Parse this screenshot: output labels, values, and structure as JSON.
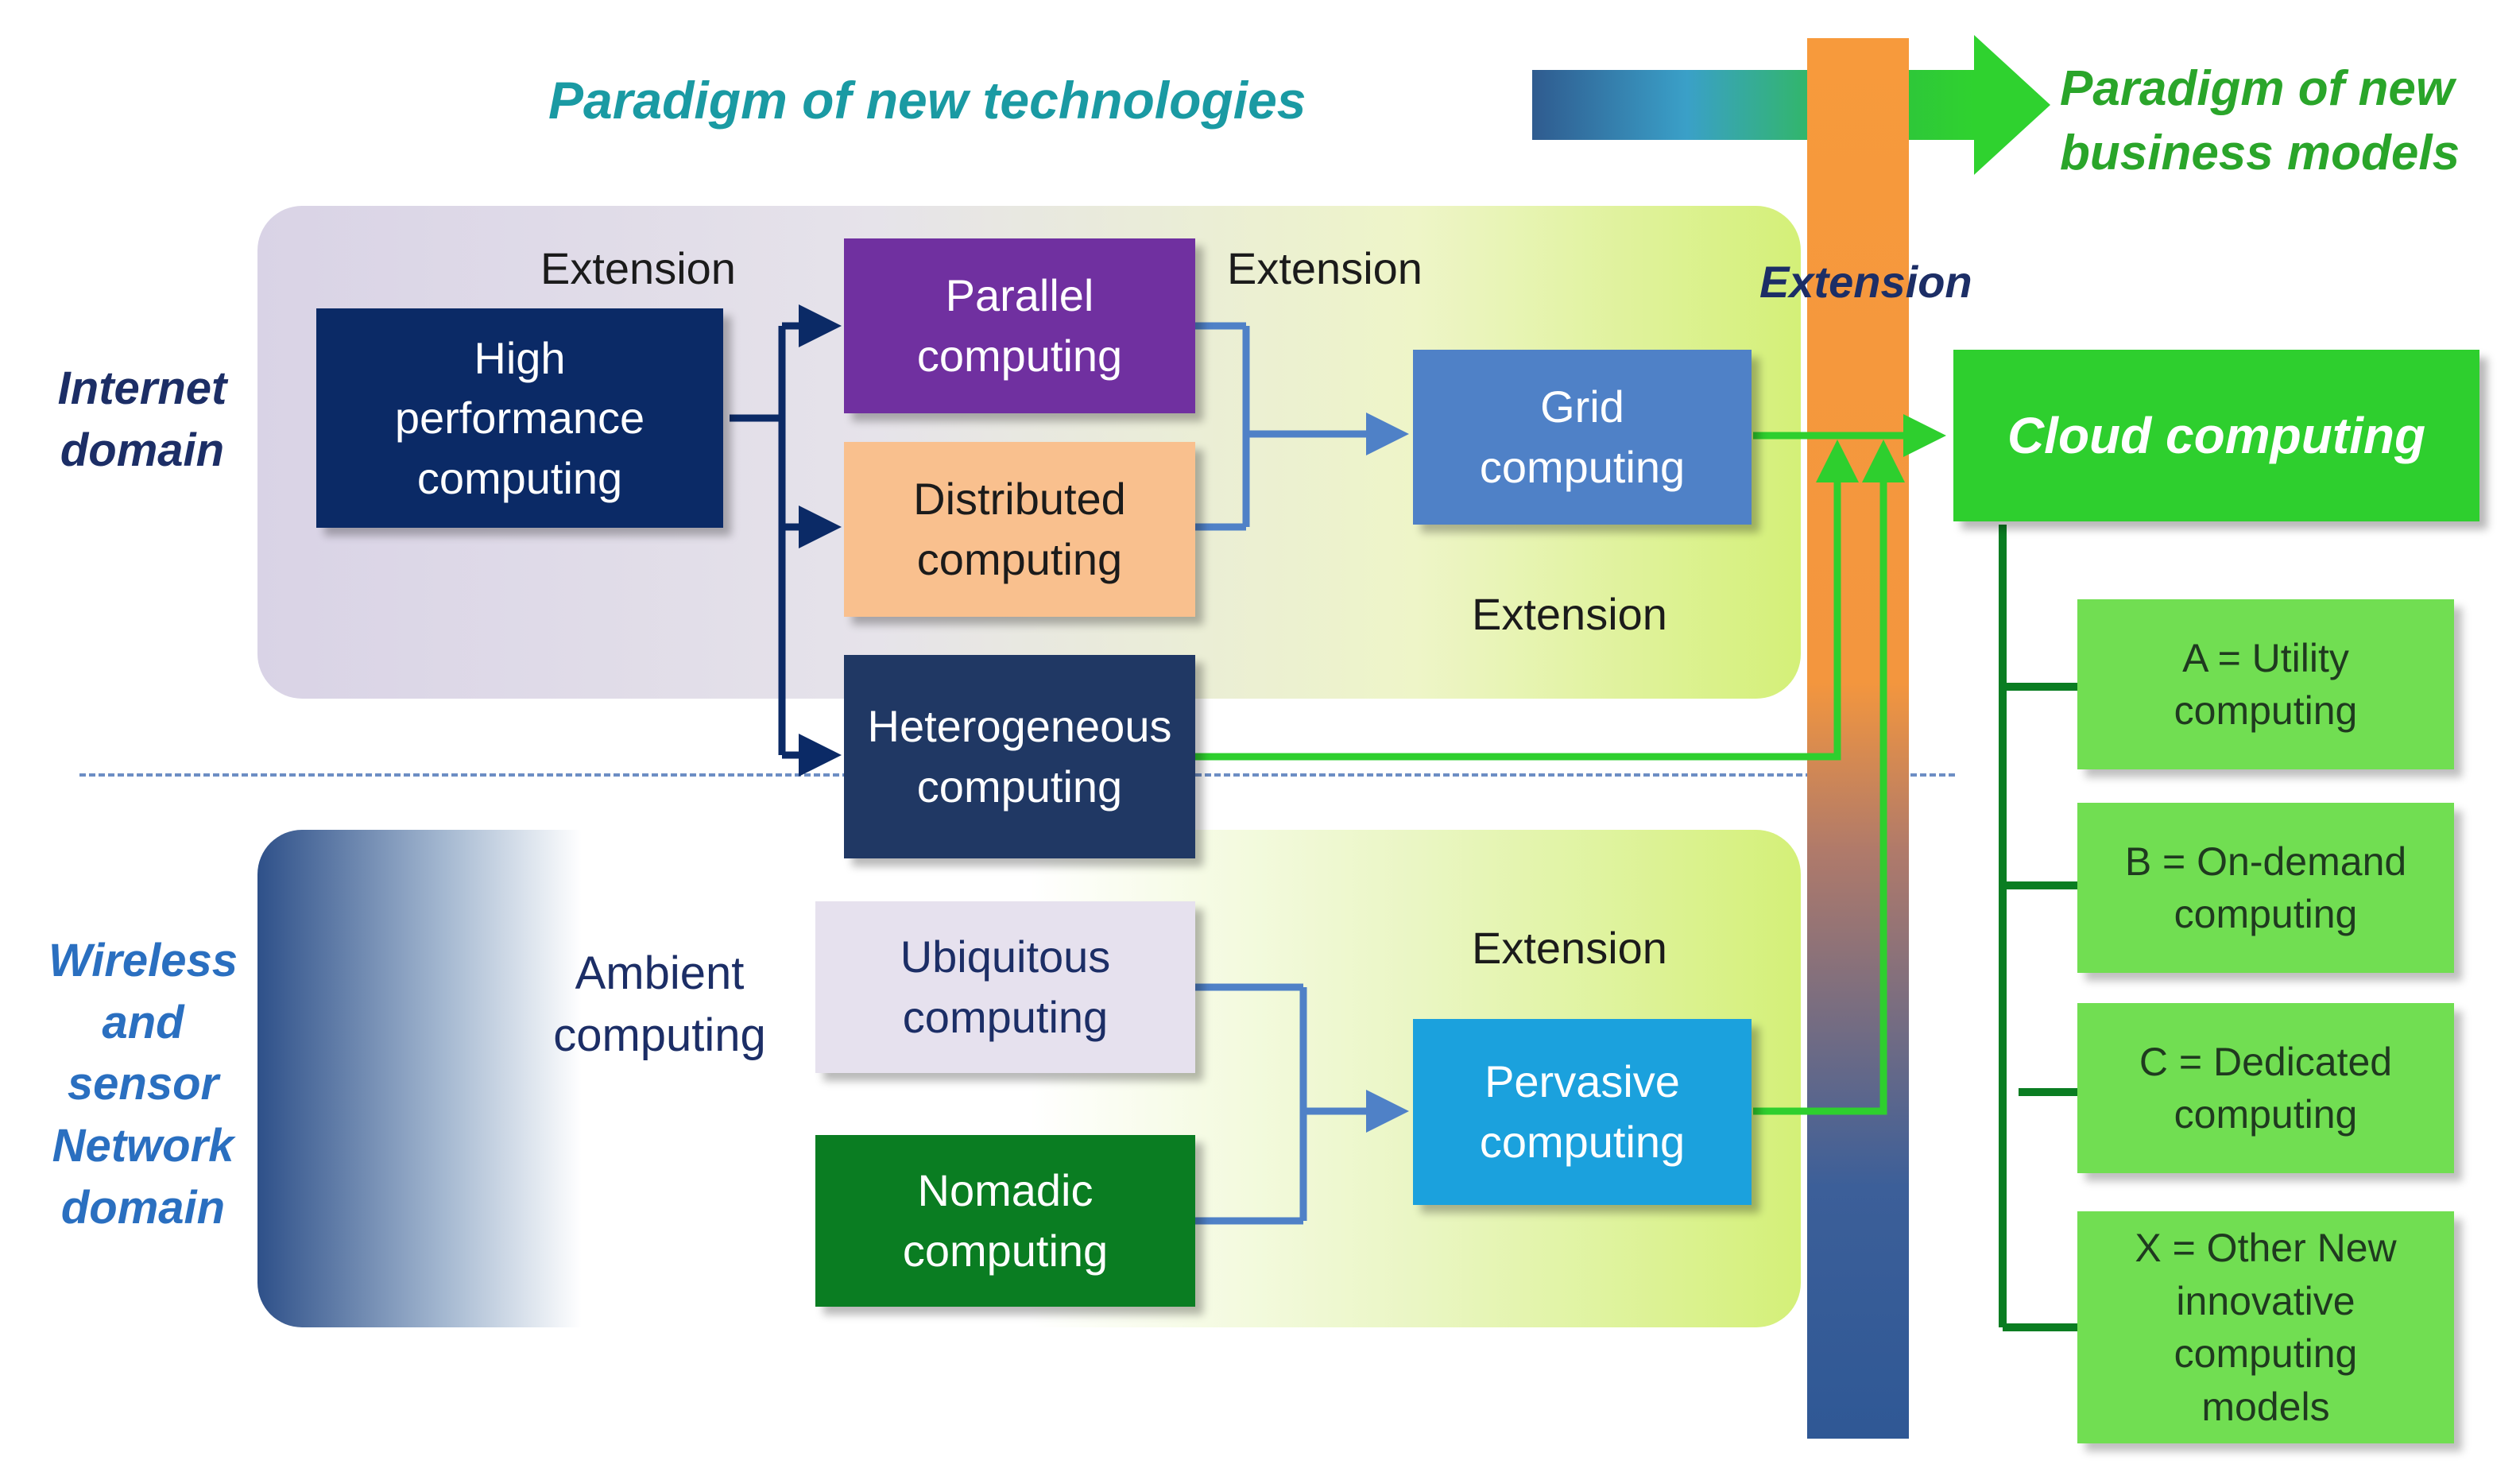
{
  "headers": {
    "new_technologies": "Paradigm of new technologies",
    "new_business_line1": "Paradigm of new",
    "new_business_line2": "business models"
  },
  "domains": {
    "internet_line1": "Internet",
    "internet_line2": "domain",
    "wireless_line1": "Wireless",
    "wireless_line2": "and",
    "wireless_line3": "sensor",
    "wireless_line4": "Network",
    "wireless_line5": "domain"
  },
  "extension_labels": {
    "hpc": "Extension",
    "parallel": "Extension",
    "vertical": "Extension",
    "grid": "Extension",
    "pervasive": "Extension"
  },
  "nodes": {
    "hpc": {
      "line1": "High",
      "line2": "performance",
      "line3": "computing"
    },
    "parallel": {
      "line1": "Parallel",
      "line2": "computing"
    },
    "distributed": {
      "line1": "Distributed",
      "line2": "computing"
    },
    "heterogeneous": {
      "line1": "Heterogeneous",
      "line2": "computing"
    },
    "grid": {
      "line1": "Grid",
      "line2": "computing"
    },
    "ambient": {
      "line1": "Ambient",
      "line2": "computing"
    },
    "ubiquitous": {
      "line1": "Ubiquitous",
      "line2": "computing"
    },
    "nomadic": {
      "line1": "Nomadic",
      "line2": "computing"
    },
    "pervasive": {
      "line1": "Pervasive",
      "line2": "computing"
    },
    "cloud": {
      "label": "Cloud computing"
    }
  },
  "cloud_models": [
    {
      "line1": "A = Utility",
      "line2": "computing"
    },
    {
      "line1": "B = On-demand",
      "line2": "computing"
    },
    {
      "line1": "C = Dedicated",
      "line2": "computing"
    },
    {
      "line1": "X = Other New",
      "line2": "innovative",
      "line3": "computing",
      "line4": "models"
    }
  ],
  "colors": {
    "navy": "#0b2a66",
    "purple": "#7030a0",
    "peach": "#f9c08e",
    "dark_slate": "#203864",
    "steel_blue": "#4f81c7",
    "lavender": "#e6e1ee",
    "dark_green": "#0a7d22",
    "cyan_blue": "#1ba1dd",
    "cloud_green": "#2ecf2e",
    "model_green": "#71de52",
    "teal_heading": "#1a9aa3",
    "green_heading": "#2aa52a",
    "blue_domain": "#2a6fc0"
  }
}
